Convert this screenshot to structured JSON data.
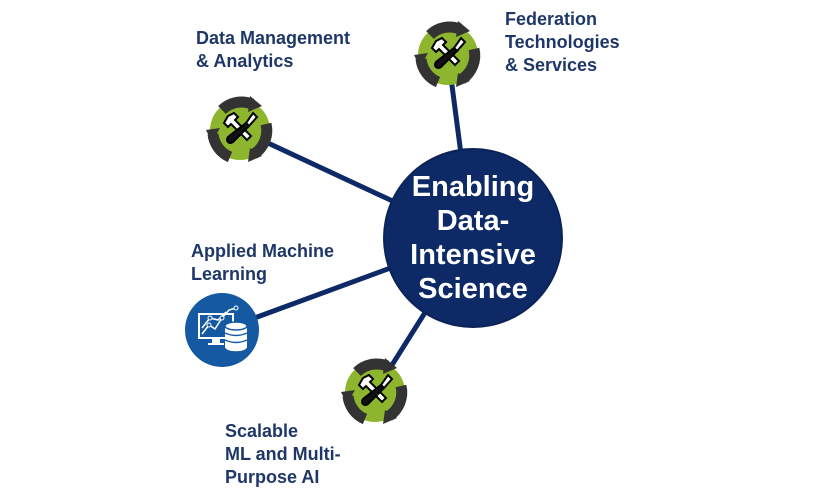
{
  "hub": {
    "title": "Enabling\nData-\nIntensive\nScience"
  },
  "nodes": [
    {
      "label": "Data Management\n& Analytics",
      "icon": "tools-cycle-icon"
    },
    {
      "label": "Federation\nTechnologies\n& Services",
      "icon": "tools-cycle-icon"
    },
    {
      "label": "Applied Machine\nLearning",
      "icon": "analytics-database-icon"
    },
    {
      "label": "Scalable\nML and Multi-\nPurpose AI",
      "icon": "tools-cycle-icon"
    }
  ],
  "colors": {
    "navy": "#0d2a66",
    "green": "#8db62e",
    "dark": "#333333",
    "ml_blue": "#1559a3",
    "text": "#1f3768"
  }
}
